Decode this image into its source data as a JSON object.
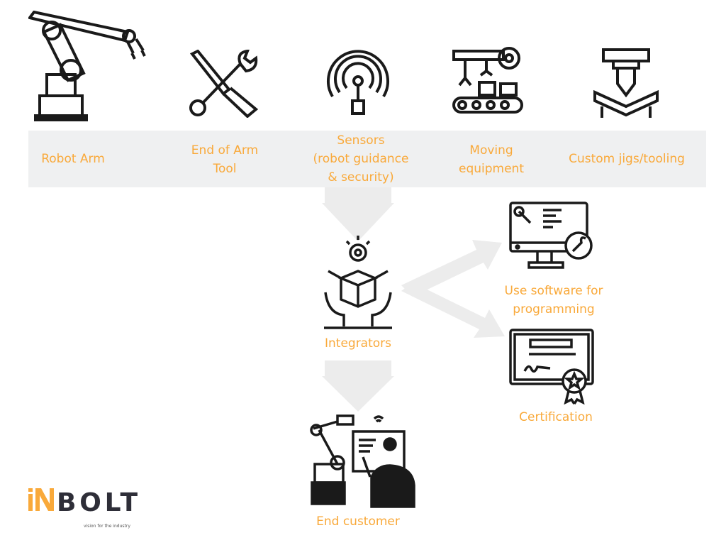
{
  "top_row": [
    {
      "label_lines": [
        "Robot Arm"
      ],
      "icon": "robot-arm-icon"
    },
    {
      "label_lines": [
        "End of Arm",
        "Tool"
      ],
      "icon": "tools-icon"
    },
    {
      "label_lines": [
        "Sensors",
        "(robot guidance",
        "& security)"
      ],
      "icon": "sensor-icon"
    },
    {
      "label_lines": [
        "Moving",
        "equipment"
      ],
      "icon": "conveyor-icon"
    },
    {
      "label_lines": [
        "Custom jigs/tooling"
      ],
      "icon": "press-tool-icon"
    }
  ],
  "integrators": {
    "label": "Integrators",
    "icon": "integrator-box-icon"
  },
  "software": {
    "label_lines": [
      "Use software for",
      "programming"
    ],
    "icon": "monitor-wrench-icon"
  },
  "certification": {
    "label": "Certification",
    "icon": "certificate-icon"
  },
  "end_customer": {
    "label": "End customer",
    "icon": "operator-robot-icon"
  },
  "logo": {
    "brand": "iNBOLT",
    "tagline": "vision for the industry"
  },
  "colors": {
    "accent": "#f9a93a",
    "band": "#eff0f1",
    "arrow": "#ececec",
    "icon": "#1a1a1a"
  }
}
